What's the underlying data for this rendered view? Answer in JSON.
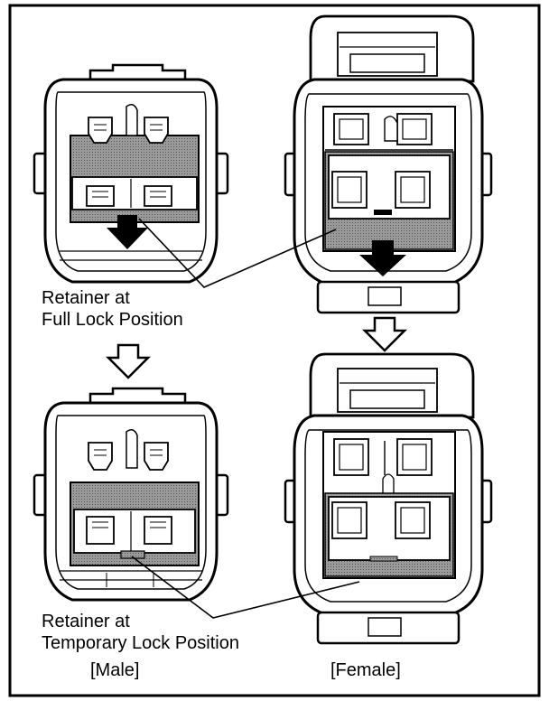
{
  "labels": {
    "full_lock_line1": "Retainer at",
    "full_lock_line2": "Full Lock Position",
    "temp_lock_line1": "Retainer at",
    "temp_lock_line2": "Temporary Lock Position",
    "male": "[Male]",
    "female": "[Female]"
  },
  "colors": {
    "ink": "#000000",
    "shade": "#8a8a8a",
    "paper": "#ffffff"
  }
}
